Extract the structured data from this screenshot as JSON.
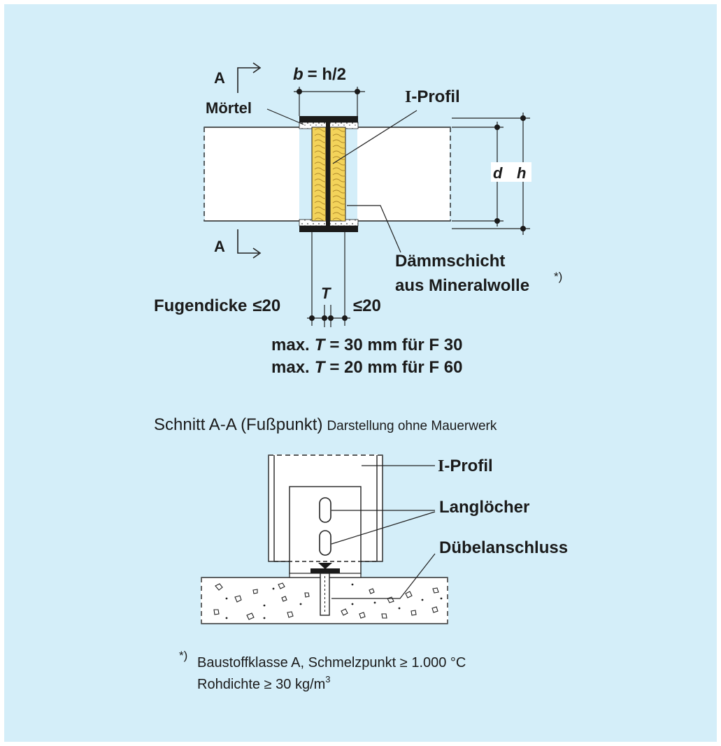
{
  "colors": {
    "background": "#d4eef9",
    "insulation": "#f3d35a",
    "steel": "#1a1a1a",
    "line": "#222222"
  },
  "top_view": {
    "section_marker_top": "A",
    "section_marker_bottom": "A",
    "dim_b": "b",
    "dim_b_rest": "= h/2",
    "label_profile_glyph": "I",
    "label_profile": "-Profil",
    "label_mortar": "Mörtel",
    "dim_d": "d",
    "dim_h": "h",
    "label_insulation_line1": "Dämmschicht",
    "label_insulation_line2": "aus Mineralwolle",
    "footnote_marker": "*)",
    "dim_T": "T",
    "joint_label": "Fugendicke",
    "joint_left_value": "≤20",
    "joint_right_value": "≤20",
    "rule1_prefix": "max.",
    "rule1_T": "T",
    "rule1_rest": "= 30 mm für F 30",
    "rule2_prefix": "max.",
    "rule2_T": "T",
    "rule2_rest": "= 20 mm für F 60"
  },
  "section": {
    "title": "Schnitt A-A (Fußpunkt)",
    "subtitle": "Darstellung ohne Mauerwerk",
    "label_profile_glyph": "I",
    "label_profile": "-Profil",
    "label_slots": "Langlöcher",
    "label_dowel": "Dübelanschluss"
  },
  "footnote": {
    "marker": "*)",
    "line1": "Baustoffklasse A, Schmelzpunkt ≥ 1.000 °C",
    "line2_main": "Rohdichte ≥ 30 kg/m",
    "line2_sup": "3"
  }
}
